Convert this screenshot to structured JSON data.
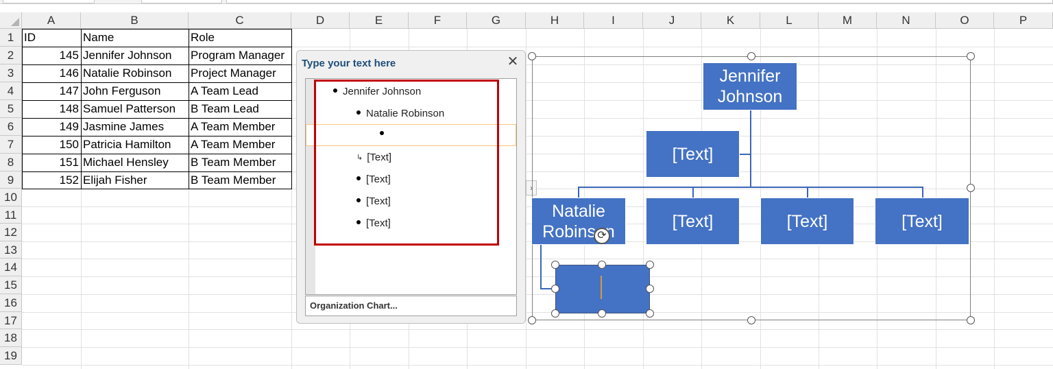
{
  "spreadsheet": {
    "columns": [
      "A",
      "B",
      "C",
      "D",
      "E",
      "F",
      "G",
      "H",
      "I",
      "J",
      "K",
      "L",
      "M",
      "N",
      "O",
      "P"
    ],
    "rows": [
      "1",
      "2",
      "3",
      "4",
      "5",
      "6",
      "7",
      "8",
      "9",
      "10",
      "11",
      "12",
      "13",
      "14",
      "15",
      "16",
      "17",
      "18",
      "19"
    ],
    "headers": [
      "ID",
      "Name",
      "Role"
    ],
    "data": [
      {
        "id": "145",
        "name": "Jennifer Johnson",
        "role": "Program Manager"
      },
      {
        "id": "146",
        "name": "Natalie Robinson",
        "role": "Project Manager"
      },
      {
        "id": "147",
        "name": "John Ferguson",
        "role": "A Team Lead"
      },
      {
        "id": "148",
        "name": "Samuel Patterson",
        "role": "B Team Lead"
      },
      {
        "id": "149",
        "name": "Jasmine James",
        "role": "A Team Member"
      },
      {
        "id": "150",
        "name": "Patricia Hamilton",
        "role": "A Team Member"
      },
      {
        "id": "151",
        "name": "Michael Hensley",
        "role": "B Team Member"
      },
      {
        "id": "152",
        "name": "Elijah Fisher",
        "role": "B Team Member"
      }
    ]
  },
  "text_pane": {
    "title": "Type your text here",
    "close_icon": "close-icon",
    "items": [
      {
        "text": "Jennifer Johnson",
        "level": 1,
        "bullet": "dot"
      },
      {
        "text": "Natalie Robinson",
        "level": 2,
        "bullet": "dot"
      },
      {
        "text": "",
        "level": 3,
        "bullet": "dot"
      },
      {
        "text": "[Text]",
        "level": 2,
        "bullet": "arrow"
      },
      {
        "text": "[Text]",
        "level": 2,
        "bullet": "dot"
      },
      {
        "text": "[Text]",
        "level": 2,
        "bullet": "dot"
      },
      {
        "text": "[Text]",
        "level": 2,
        "bullet": "dot"
      }
    ],
    "footer": "Organization Chart...",
    "toggle_icon": "chevron-right-icon"
  },
  "org_chart": {
    "top": "Jennifer\nJohnson",
    "assistant": "[Text]",
    "level2": [
      "Natalie\nRobinson",
      "[Text]",
      "[Text]",
      "[Text]"
    ],
    "new_box_text": ""
  },
  "colors": {
    "box_fill": "#4472c4",
    "highlight": "#c00000",
    "pane_title": "#1f4e79"
  }
}
